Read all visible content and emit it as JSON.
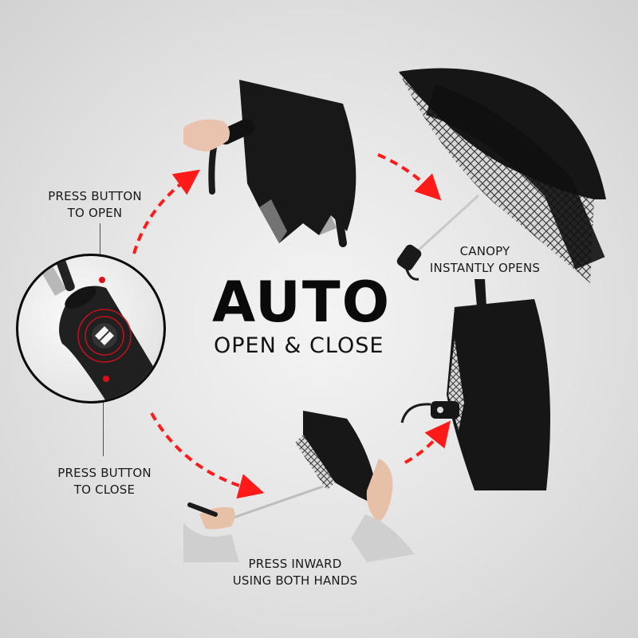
{
  "headline": {
    "title": "AUTO",
    "subtitle": "OPEN & CLOSE"
  },
  "callouts": {
    "press_open": [
      "PRESS BUTTON",
      "TO OPEN"
    ],
    "press_close": [
      "PRESS BUTTON",
      "TO CLOSE"
    ],
    "canopy": [
      "CANOPY",
      "INSTANTLY OPENS"
    ],
    "press_inward": [
      "PRESS INWARD",
      "USING BOTH HANDS"
    ]
  },
  "colors": {
    "arrow": "#ff1a1a",
    "callout_line": "#e0101a",
    "text": "#1a1a1a",
    "canopy": "#141414"
  },
  "illustrations": [
    {
      "id": "handle-closeup",
      "icon": "umbrella-handle-button"
    },
    {
      "id": "hand-holding-closed-umbrella",
      "icon": "closed-umbrella"
    },
    {
      "id": "open-umbrella",
      "icon": "open-umbrella"
    },
    {
      "id": "closed-umbrella-standing",
      "icon": "folded-umbrella"
    },
    {
      "id": "hands-pressing-umbrella",
      "icon": "pressing-umbrella"
    }
  ]
}
